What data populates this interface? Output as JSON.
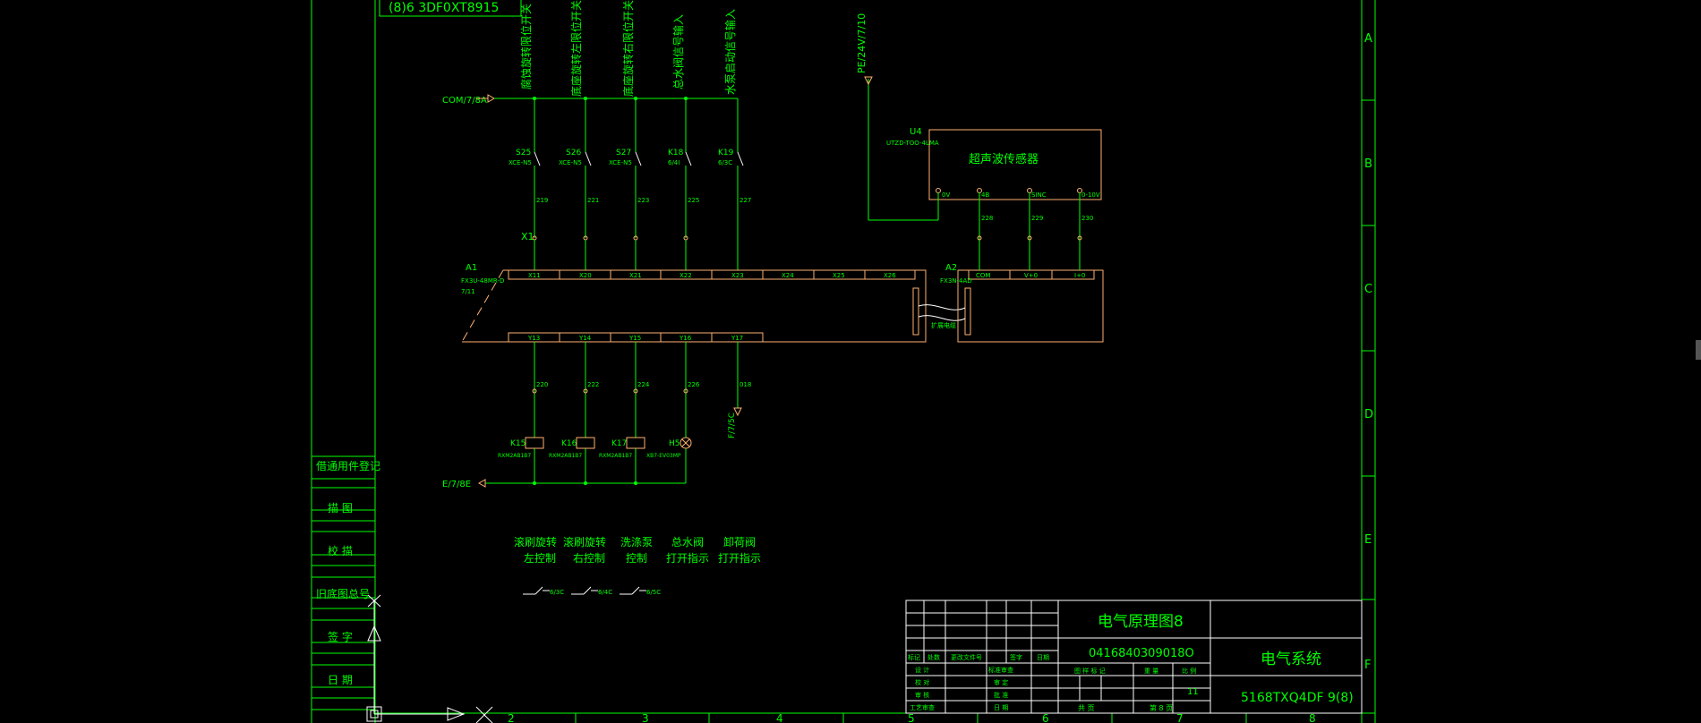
{
  "drawing": {
    "top_ref": "(8)6 3DF0XT8915",
    "bus_top": "COM/7/8A",
    "bus_bottom": "E/7/8E",
    "supply_ref": "PE/24V/7/10",
    "supply_out": "F/7/5C",
    "signals_top": [
      "腐蚀旋转限位开关",
      "底座旋转左限位开关",
      "底座旋转右限位开关",
      "总水阀信号输入",
      "水泵启动信号输入"
    ],
    "switches": [
      {
        "tag": "S25",
        "model": "XCE-N5"
      },
      {
        "tag": "S26",
        "model": "XCE-N5"
      },
      {
        "tag": "S27",
        "model": "XCE-N5"
      },
      {
        "tag": "K18",
        "model": "6/4I"
      },
      {
        "tag": "K19",
        "model": "6/3C"
      }
    ],
    "wire_numbers_top": [
      "219",
      "221",
      "223",
      "225",
      "227"
    ],
    "terminal_block": "X1",
    "plc_main": {
      "tag": "A1",
      "model": "FX3U-48MR-D",
      "sub": "7/11"
    },
    "plc_inputs": [
      "X11",
      "X20",
      "X21",
      "X22",
      "X23",
      "X24",
      "X25",
      "X26"
    ],
    "plc_outputs": [
      "Y13",
      "Y14",
      "Y15",
      "Y16",
      "Y17"
    ],
    "plc_ext": {
      "tag": "A2",
      "model": "FX3N-4AD",
      "pins": [
        "COM",
        "V+0",
        "I+0"
      ]
    },
    "ext_cable": "扩展电缆",
    "sensor": {
      "tag": "U4",
      "model": "UTZD-TOO-4LMA",
      "name": "超声波传感器",
      "pins": [
        "0V",
        "4B",
        "SINC",
        "0-10V"
      ]
    },
    "sensor_wires": [
      "228",
      "229",
      "230"
    ],
    "wire_numbers_bottom": [
      "220",
      "222",
      "224",
      "226",
      "018"
    ],
    "outputs": [
      {
        "tag": "K15",
        "model": "RXM2AB1B7"
      },
      {
        "tag": "K16",
        "model": "RXM2AB1B7"
      },
      {
        "tag": "K17",
        "model": "RXM2AB1B7"
      },
      {
        "tag": "H5",
        "model": "XB7-EV03MP"
      }
    ],
    "function_labels": [
      [
        "滚刷旋转",
        "左控制"
      ],
      [
        "滚刷旋转",
        "右控制"
      ],
      [
        "洗涤泵",
        "控制"
      ],
      [
        "总水阀",
        "打开指示"
      ],
      [
        "卸荷阀",
        "打开指示"
      ]
    ],
    "contact_refs": [
      "6/3C",
      "6/4C",
      "6/5C"
    ]
  },
  "left_stamp": [
    "借通用件登记",
    "描 图",
    "校 描",
    "旧底图总号",
    "签 字",
    "日 期"
  ],
  "column_numbers": [
    "2",
    "3",
    "4",
    "5",
    "6",
    "7",
    "8"
  ],
  "row_letters": [
    "A",
    "B",
    "C",
    "D",
    "E",
    "F"
  ],
  "title_block": {
    "title": "电气原理图8",
    "doc_no": "0416840309018O",
    "system": "电气系统",
    "drawing_code": "5168TXQ4DF 9(8)",
    "sheet_index": "11",
    "total_label": "共 页",
    "sheet_label": "第 8 页",
    "row_labels": [
      "设 计",
      "校 对",
      "审 核",
      "工艺审查"
    ],
    "header_labels": [
      "标记",
      "处数",
      "更改文件号",
      "签字",
      "日期"
    ],
    "right_labels": [
      "标准审查",
      "审 定",
      "批 准",
      "日 期"
    ],
    "stage_labels": [
      "图 样 标 记",
      "重 量",
      "比 例"
    ]
  }
}
